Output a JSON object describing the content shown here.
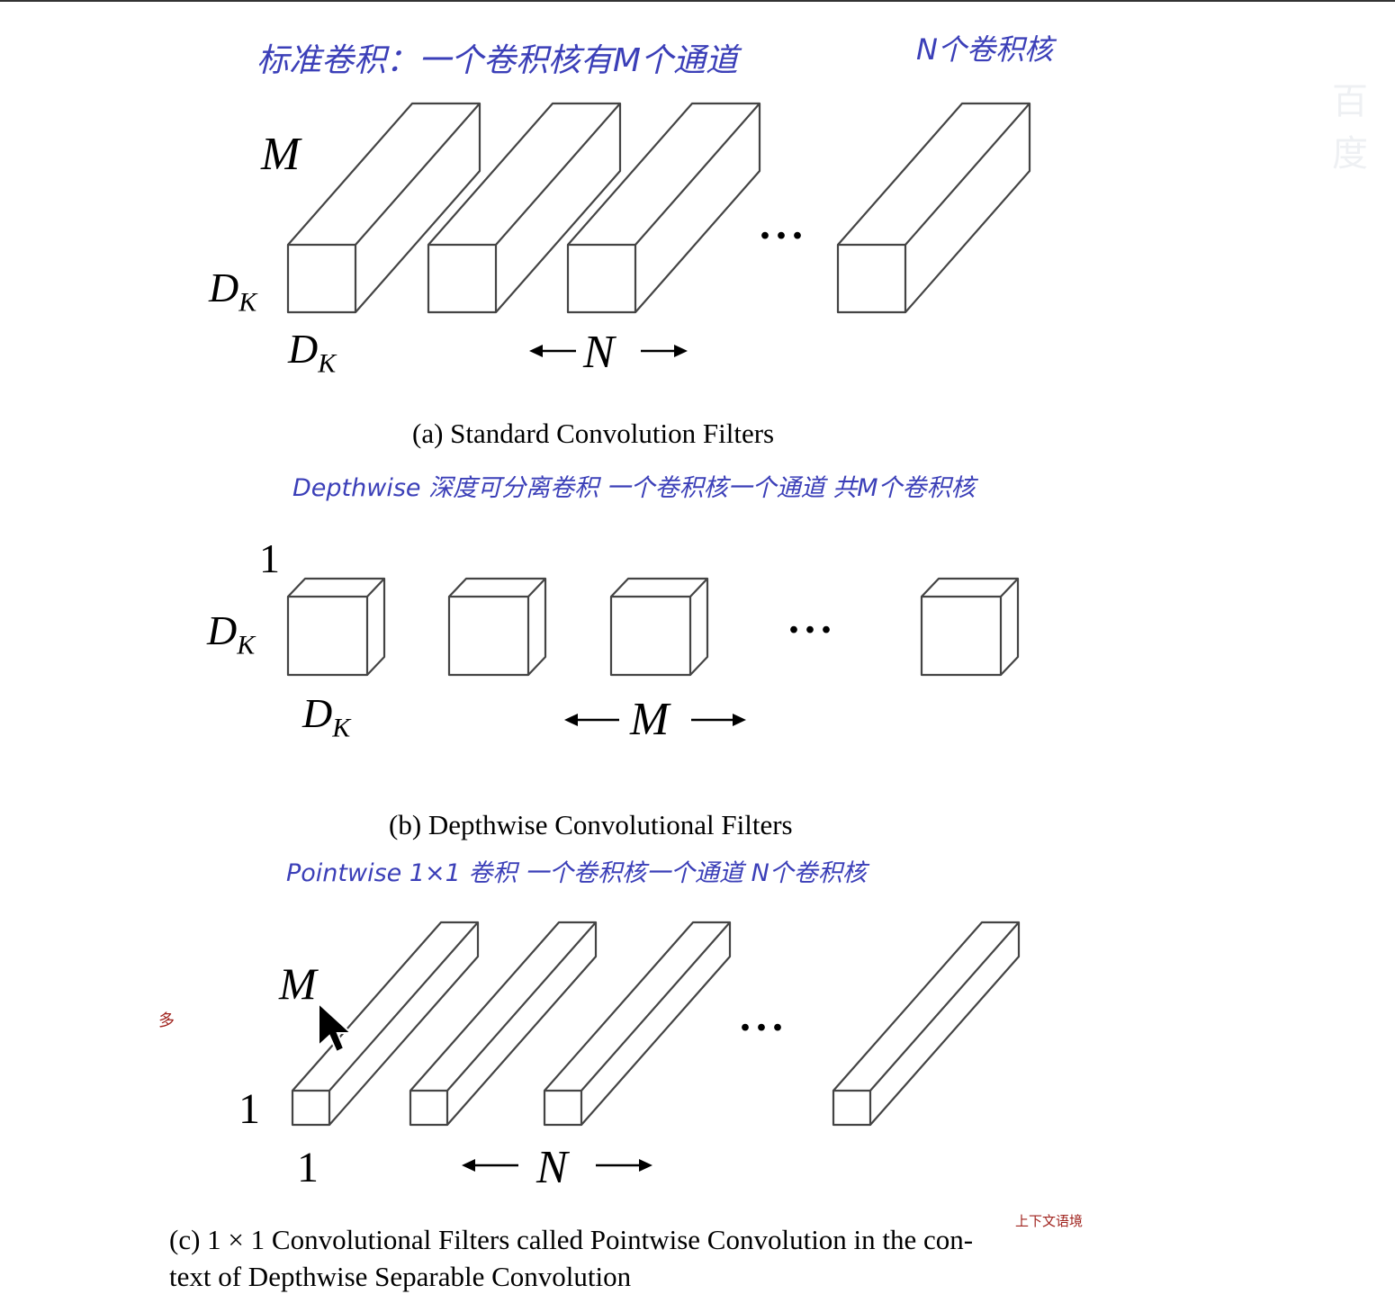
{
  "annotations": {
    "standard": "标准卷积：一个卷积核有M个通道",
    "standard_n": "N个卷积核",
    "depthwise": "Depthwise 深度可分离卷积  一个卷积核一个通道  共M个卷积核",
    "pointwise": "Pointwise  1×1 卷积   一个卷积核一个通道  N个卷积核",
    "red_mark": "多",
    "context_note": "上下文语境"
  },
  "panel_a": {
    "caption": "(a)  Standard Convolution Filters",
    "depth_label": "M",
    "height_label_base": "D",
    "height_label_sub": "K",
    "width_label_base": "D",
    "width_label_sub": "K",
    "count_label": "N",
    "ellipsis": "..."
  },
  "panel_b": {
    "caption": "(b)  Depthwise Convolutional Filters",
    "depth_label": "1",
    "height_label_base": "D",
    "height_label_sub": "K",
    "width_label_base": "D",
    "width_label_sub": "K",
    "count_label": "M",
    "ellipsis": "..."
  },
  "panel_c": {
    "caption_line1": "(c)  1 × 1 Convolutional Filters called Pointwise Convolution in the con-",
    "caption_line2": "text of Depthwise Separable Convolution",
    "depth_label": "M",
    "height_label": "1",
    "width_label": "1",
    "count_label": "N",
    "ellipsis": "..."
  },
  "watermark": "百度"
}
